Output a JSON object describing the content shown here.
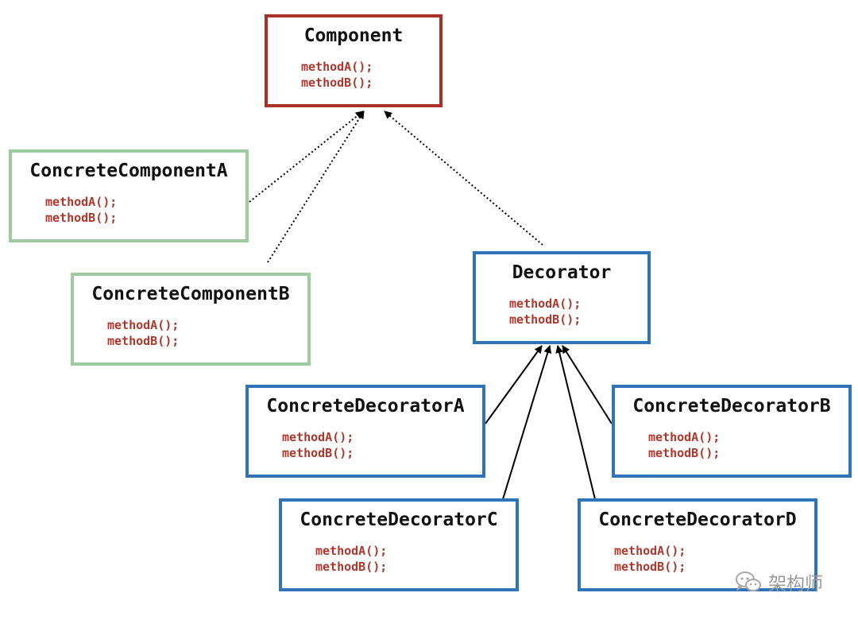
{
  "classes": {
    "component": {
      "name": "Component",
      "methods": [
        "methodA();",
        "methodB();"
      ]
    },
    "concrete_component_a": {
      "name": "ConcreteComponentA",
      "methods": [
        "methodA();",
        "methodB();"
      ]
    },
    "concrete_component_b": {
      "name": "ConcreteComponentB",
      "methods": [
        "methodA();",
        "methodB();"
      ]
    },
    "decorator": {
      "name": "Decorator",
      "methods": [
        "methodA();",
        "methodB();"
      ]
    },
    "concrete_decorator_a": {
      "name": "ConcreteDecoratorA",
      "methods": [
        "methodA();",
        "methodB();"
      ]
    },
    "concrete_decorator_b": {
      "name": "ConcreteDecoratorB",
      "methods": [
        "methodA();",
        "methodB();"
      ]
    },
    "concrete_decorator_c": {
      "name": "ConcreteDecoratorC",
      "methods": [
        "methodA();",
        "methodB();"
      ]
    },
    "concrete_decorator_d": {
      "name": "ConcreteDecoratorD",
      "methods": [
        "methodA();",
        "methodB();"
      ]
    }
  },
  "edges": [
    {
      "from": "concrete_component_a",
      "to": "component",
      "style": "dotted"
    },
    {
      "from": "concrete_component_b",
      "to": "component",
      "style": "dotted"
    },
    {
      "from": "decorator",
      "to": "component",
      "style": "dotted"
    },
    {
      "from": "concrete_decorator_a",
      "to": "decorator",
      "style": "solid"
    },
    {
      "from": "concrete_decorator_c",
      "to": "decorator",
      "style": "solid"
    },
    {
      "from": "concrete_decorator_d",
      "to": "decorator",
      "style": "solid"
    },
    {
      "from": "concrete_decorator_b",
      "to": "decorator",
      "style": "solid"
    }
  ],
  "colors": {
    "interface_border": "#a83228",
    "concrete_component_border": "#9ccc9f",
    "decorator_border": "#3173b8",
    "method_text": "#b0362c"
  },
  "watermark": {
    "text": "架构师",
    "icon": "wechat-icon"
  }
}
